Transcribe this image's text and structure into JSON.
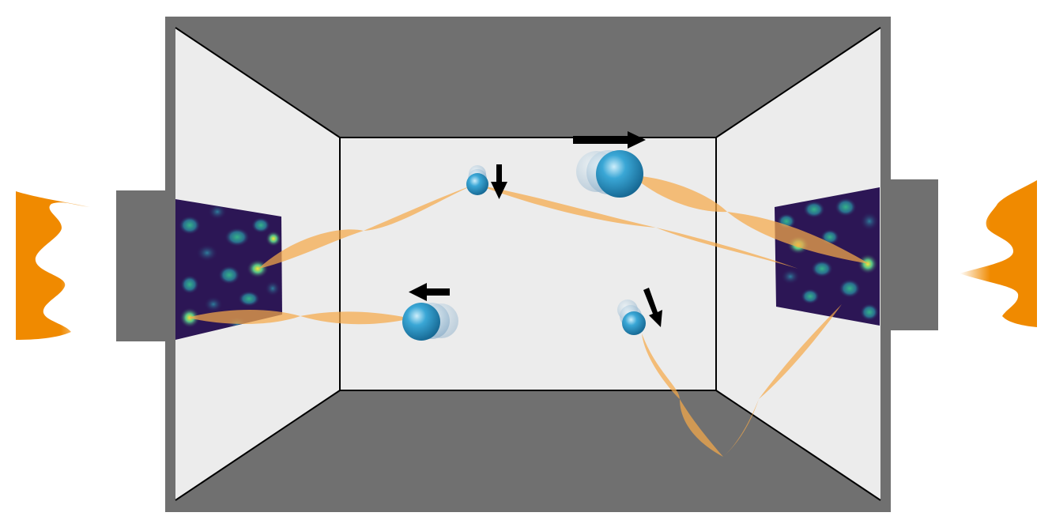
{
  "colors": {
    "background": "#ffffff",
    "chamber_outer": "#707070",
    "chamber_wall": "#ececec",
    "edge_line": "#000000",
    "beam": "#f5a94a",
    "pulse": "#f08a00",
    "atom": "#1e88b8",
    "atom_highlight": "#bfe6f7",
    "arrow": "#000000",
    "speckle_base": "#2c1655"
  },
  "icons": {
    "atom": "sphere-icon",
    "motion": "arrow-icon",
    "pulse": "waveform-icon"
  },
  "atoms": [
    {
      "id": "top-left-atom",
      "motion": "down"
    },
    {
      "id": "top-right-atom",
      "motion": "right"
    },
    {
      "id": "bottom-left-atom",
      "motion": "left"
    },
    {
      "id": "bottom-right-atom",
      "motion": "down-right"
    }
  ]
}
